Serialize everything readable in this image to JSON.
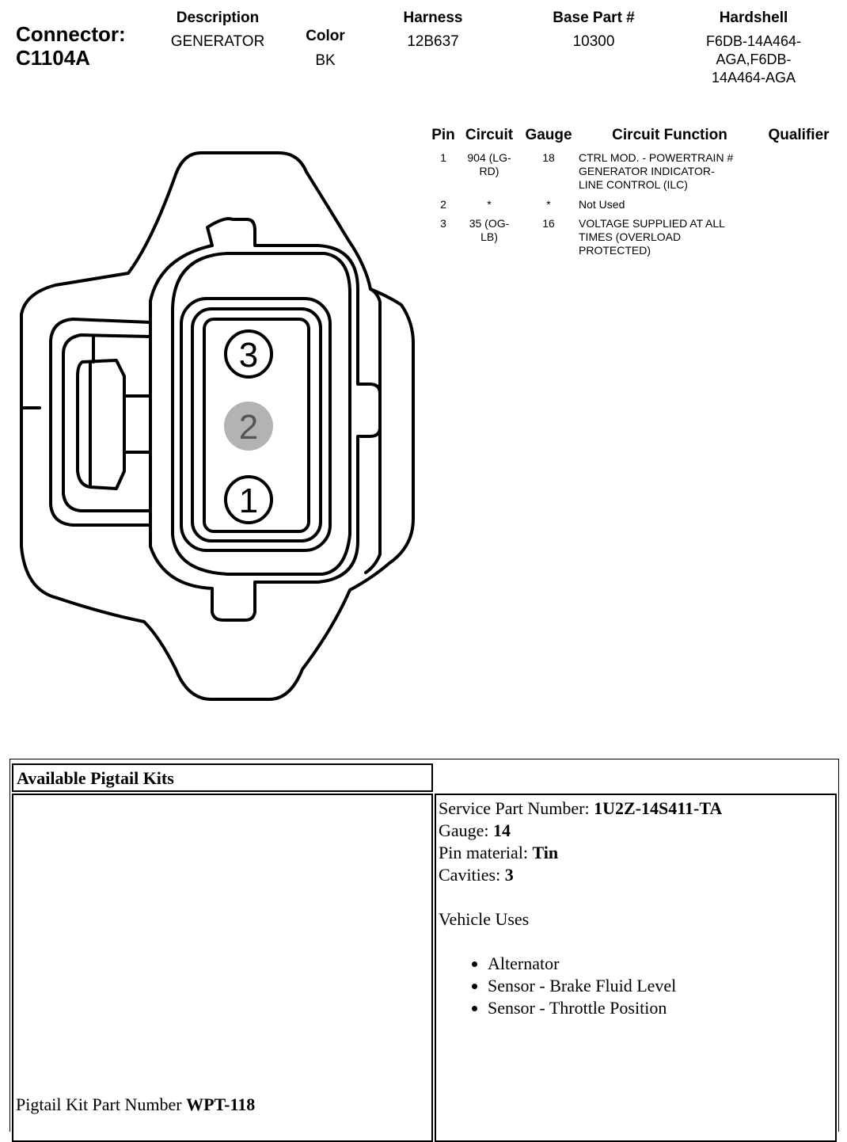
{
  "connector": {
    "label": "Connector:",
    "id": "C1104A"
  },
  "header": {
    "description_label": "Description",
    "description_value": "GENERATOR",
    "color_label": "Color",
    "color_value": "BK",
    "harness_label": "Harness",
    "harness_value": "12B637",
    "base_part_label": "Base Part #",
    "base_part_value": "10300",
    "hardshell_label": "Hardshell",
    "hardshell_lines": [
      "F6DB-14A464-",
      "AGA,F6DB-",
      "14A464-AGA"
    ]
  },
  "pin_table": {
    "headers": [
      "Pin",
      "Circuit",
      "Gauge",
      "Circuit Function",
      "Qualifier"
    ],
    "rows": [
      {
        "pin": "1",
        "circuit": [
          "904 (LG-",
          "RD)"
        ],
        "gauge": "18",
        "function": [
          "CTRL MOD. - POWERTRAIN #",
          "GENERATOR INDICATOR-",
          "LINE CONTROL (ILC)"
        ],
        "qualifier": ""
      },
      {
        "pin": "2",
        "circuit": [
          "*"
        ],
        "gauge": "*",
        "function": [
          "Not Used"
        ],
        "qualifier": ""
      },
      {
        "pin": "3",
        "circuit": [
          "35 (OG-",
          "LB)"
        ],
        "gauge": "16",
        "function": [
          "VOLTAGE SUPPLIED AT ALL",
          "TIMES (OVERLOAD",
          "PROTECTED)"
        ],
        "qualifier": ""
      }
    ]
  },
  "diagram": {
    "pins": [
      {
        "number": "3",
        "used": true
      },
      {
        "number": "2",
        "used": false
      },
      {
        "number": "1",
        "used": true
      }
    ],
    "unused_fill": "#b3b3b3"
  },
  "pigtail": {
    "title": "Available Pigtail Kits",
    "service_part_label": "Service Part Number:",
    "service_part_value": "1U2Z-14S411-TA",
    "gauge_label": "Gauge:",
    "gauge_value": "14",
    "pin_material_label": "Pin material:",
    "pin_material_value": "Tin",
    "cavities_label": "Cavities:",
    "cavities_value": "3",
    "vehicle_uses_label": "Vehicle Uses",
    "vehicle_uses": [
      "Alternator",
      "Sensor - Brake Fluid Level",
      "Sensor - Throttle Position"
    ],
    "kit_part_label": "Pigtail Kit Part Number",
    "kit_part_value": "WPT-118"
  }
}
